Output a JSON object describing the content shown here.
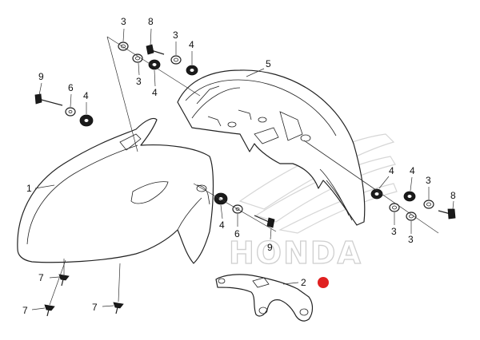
{
  "diagram": {
    "watermark_brand": "HONDA",
    "callouts": {
      "c1": "1",
      "c2": "2",
      "c3": "3",
      "c4": "4",
      "c5": "5",
      "c6": "6",
      "c7": "7",
      "c8": "8",
      "c9": "9"
    },
    "highlight_color": "#e02020"
  }
}
